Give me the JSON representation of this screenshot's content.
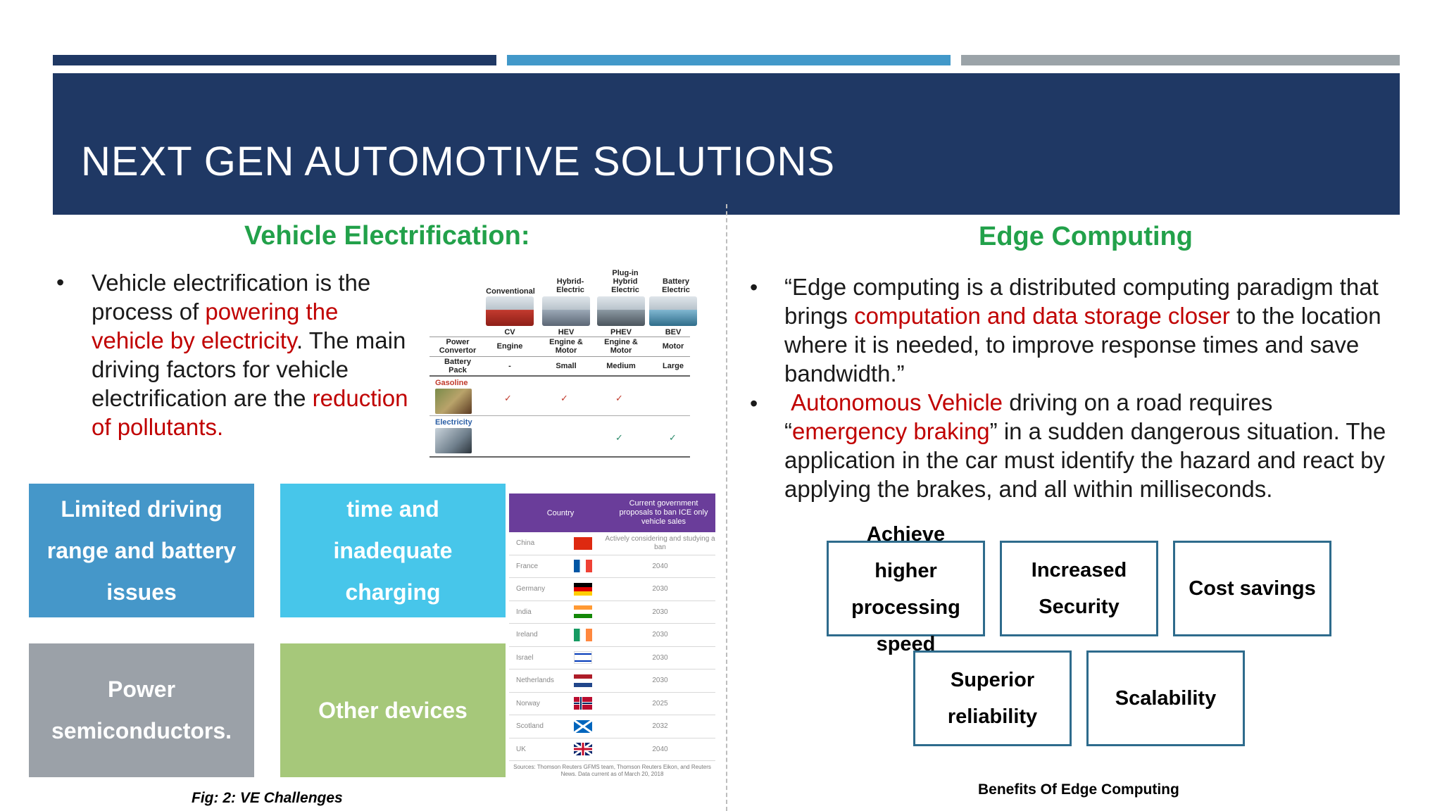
{
  "header": {
    "title": "NEXT GEN AUTOMOTIVE SOLUTIONS"
  },
  "colors": {
    "navy": "#1f3864",
    "blue": "#4298c9",
    "gray": "#9ba3a8",
    "green_title": "#22a14a",
    "highlight_red": "#c00000",
    "tile_blue": "#4597c9",
    "tile_cyan": "#47c6ea",
    "tile_gray": "#9ba1a8",
    "tile_green": "#a6c87a",
    "box_border": "#2e6b8c"
  },
  "left": {
    "title": "Vehicle Electrification:",
    "bullet": {
      "t1": "Vehicle electrification is the process of ",
      "h1": "powering the vehicle by electricity",
      "t2": ". The main driving factors for vehicle electrification are the ",
      "h2": "reduction of pollutants."
    },
    "vehicle_figure": {
      "columns": [
        {
          "top": "Conventional",
          "code": "CV",
          "convertor": "Engine",
          "battery": "-"
        },
        {
          "top": "Hybrid-\nElectric",
          "code": "HEV",
          "convertor": "Engine &\nMotor",
          "battery": "Small"
        },
        {
          "top": "Plug-in\nHybrid\nElectric",
          "code": "PHEV",
          "convertor": "Engine &\nMotor",
          "battery": "Medium"
        },
        {
          "top": "Battery\nElectric",
          "code": "BEV",
          "convertor": "Motor",
          "battery": "Large"
        }
      ],
      "row_labels": {
        "convertor": "Power\nConvertor",
        "battery": "Battery\nPack",
        "gasoline": "Gasoline",
        "electricity": "Electricity"
      },
      "gasoline_ticks": [
        "✓",
        "✓",
        "✓",
        ""
      ],
      "electricity_ticks": [
        "",
        "",
        "✓",
        "✓"
      ]
    },
    "tiles": [
      {
        "label": "Limited driving range and battery issues"
      },
      {
        "label": "time and inadequate charging"
      },
      {
        "label": "Power semiconductors."
      },
      {
        "label": "Other devices"
      }
    ],
    "caption": "Fig: 2: VE Challenges",
    "ban_table": {
      "header_country": "Country",
      "header_proposal": "Current government proposals to ban ICE only vehicle sales",
      "rows": [
        {
          "country": "China",
          "year": "Actively considering and studying a ban"
        },
        {
          "country": "France",
          "year": "2040"
        },
        {
          "country": "Germany",
          "year": "2030"
        },
        {
          "country": "India",
          "year": "2030"
        },
        {
          "country": "Ireland",
          "year": "2030"
        },
        {
          "country": "Israel",
          "year": "2030"
        },
        {
          "country": "Netherlands",
          "year": "2030"
        },
        {
          "country": "Norway",
          "year": "2025"
        },
        {
          "country": "Scotland",
          "year": "2032"
        },
        {
          "country": "UK",
          "year": "2040"
        }
      ],
      "source": "Sources: Thomson Reuters GFMS team, Thomson Reuters Eikon, and Reuters News. Data current as of March 20, 2018"
    }
  },
  "right": {
    "title": "Edge Computing",
    "bullet1": {
      "t1": "“Edge computing is a distributed computing paradigm that brings ",
      "h1": "computation and data storage closer",
      "t2": " to the location where it is needed, to improve response times and save bandwidth.”"
    },
    "bullet2": {
      "h1": "Autonomous Vehicle",
      "t1": " driving on a road requires “",
      "h2": "emergency braking",
      "t2": "” in a sudden dangerous situation. The application in the car must identify the hazard and react by applying the brakes, and all within milliseconds."
    },
    "boxes": [
      {
        "label": "Achieve higher processing speed"
      },
      {
        "label": "Increased Security"
      },
      {
        "label": "Cost savings"
      },
      {
        "label": "Superior reliability"
      },
      {
        "label": "Scalability"
      }
    ],
    "caption": "Benefits Of Edge Computing"
  }
}
